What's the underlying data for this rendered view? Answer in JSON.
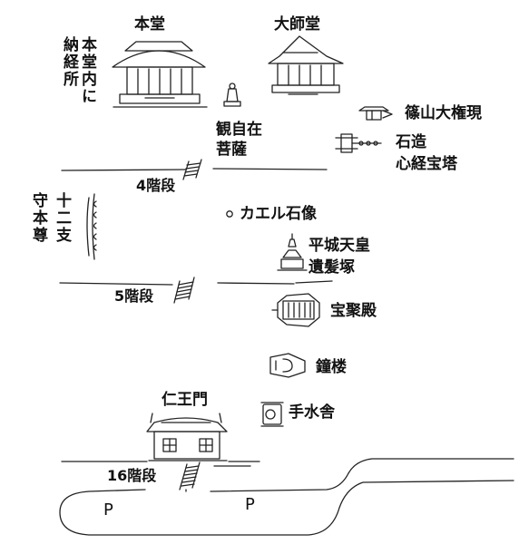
{
  "labels": {
    "hondo": "本堂",
    "daishido": "大師堂",
    "hondo_nai": "本堂内に納経所",
    "kanjizai": "観自在菩薩",
    "sasayama": "篠山大権現",
    "sekizo_1": "石造",
    "sekizo_2": "心経宝塔",
    "stairs4": "4階段",
    "juni_1": "十二支",
    "juni_2": "守本尊",
    "kaeru": "カエル石像",
    "heijo_1": "平城天皇",
    "heijo_2": "遺髪塚",
    "stairs5": "5階段",
    "hojuden": "宝聚殿",
    "shoro": "鐘楼",
    "niomon": "仁王門",
    "chozuya": "手水舎",
    "stairs16": "16階段",
    "parking_1": "P",
    "parking_2": "P"
  },
  "colors": {
    "ink": "#222222",
    "background": "#ffffff"
  }
}
